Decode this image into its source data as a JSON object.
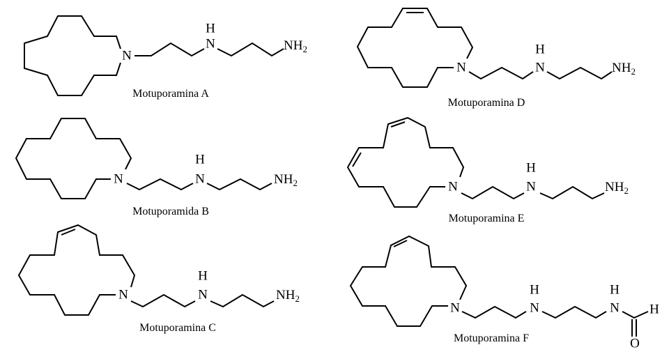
{
  "atoms": {
    "n": "N",
    "h": "H",
    "nh_main": "NH",
    "sub2": "2",
    "o": "O"
  },
  "compounds": [
    {
      "name": "Motuporamina A"
    },
    {
      "name": "Motuporamida B"
    },
    {
      "name": "Motuporamina C"
    },
    {
      "name": "Motuporamina D"
    },
    {
      "name": "Motuporamina E"
    },
    {
      "name": "Motuporamina F"
    }
  ]
}
